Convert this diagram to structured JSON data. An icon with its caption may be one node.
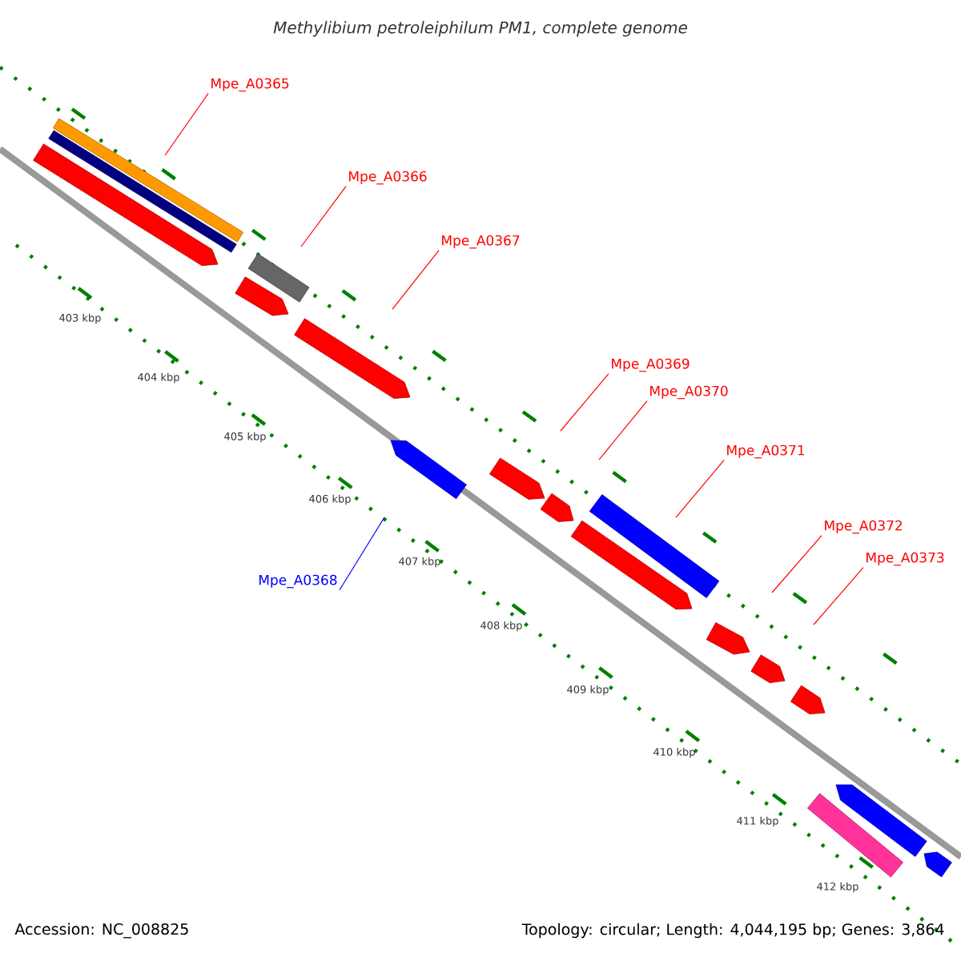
{
  "diagram": {
    "title": "Methylibium petroleiphilum PM1, complete genome",
    "nodes": [
      {
        "text": [
          "Mpe_A0365"
        ]
      },
      {
        "text": [
          "Mpe_A0366"
        ]
      },
      {
        "text": [
          "Mpe_A0367"
        ]
      },
      {
        "text": [
          "Mpe_A0368"
        ]
      },
      {
        "text": [
          "Mpe_A0369"
        ]
      },
      {
        "text": [
          "Mpe_A0370"
        ]
      },
      {
        "text": [
          "Mpe_A0371"
        ]
      },
      {
        "text": [
          "Mpe_A0372"
        ]
      },
      {
        "text": [
          "Mpe_A0373"
        ]
      }
    ],
    "edges": [
      {
        "from": 0,
        "to": null,
        "arrow": "none"
      },
      {
        "from": 1,
        "to": null,
        "arrow": "none"
      },
      {
        "from": 2,
        "to": null,
        "arrow": "none"
      },
      {
        "from": 3,
        "to": null,
        "arrow": "none",
        "color": "#0000ff"
      },
      {
        "from": 4,
        "to": null,
        "arrow": "none"
      },
      {
        "from": 5,
        "to": null,
        "arrow": "none"
      },
      {
        "from": 6,
        "to": null,
        "arrow": "none"
      },
      {
        "from": 7,
        "to": null,
        "arrow": "none"
      },
      {
        "from": 8,
        "to": null,
        "arrow": "none"
      }
    ],
    "labels": [
      "403 kbp",
      "404 kbp",
      "405 kbp",
      "406 kbp",
      "407 kbp",
      "408 kbp",
      "409 kbp",
      "410 kbp",
      "411 kbp",
      "412 kbp",
      "Accession: NC_008825",
      "Topology: circular; Length: 4,044,195 bp; Genes: 3,864"
    ]
  }
}
